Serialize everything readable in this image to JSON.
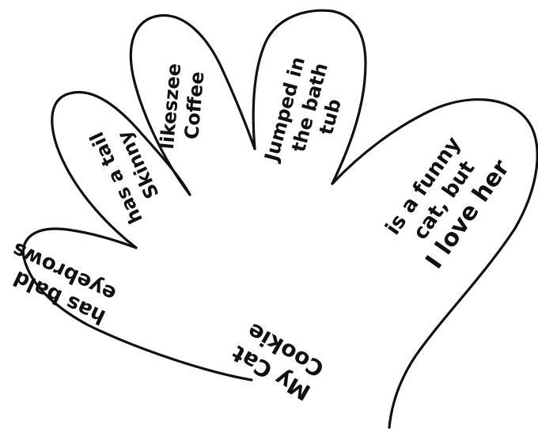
{
  "drawing": {
    "title_lines": [
      "My Cat",
      "Cookie"
    ],
    "fingers": [
      {
        "lines": [
          "has bald",
          "eyebrows"
        ]
      },
      {
        "lines": [
          "has a tail",
          "Skinny"
        ]
      },
      {
        "lines": [
          "likeszee",
          "Coffee"
        ]
      },
      {
        "lines": [
          "Jumped in",
          "the bath",
          "tub"
        ]
      },
      {
        "lines": [
          "is a funny",
          "cat, but",
          "I love her"
        ]
      }
    ],
    "ink_color": "#111111",
    "background_color": "#ffffff"
  }
}
